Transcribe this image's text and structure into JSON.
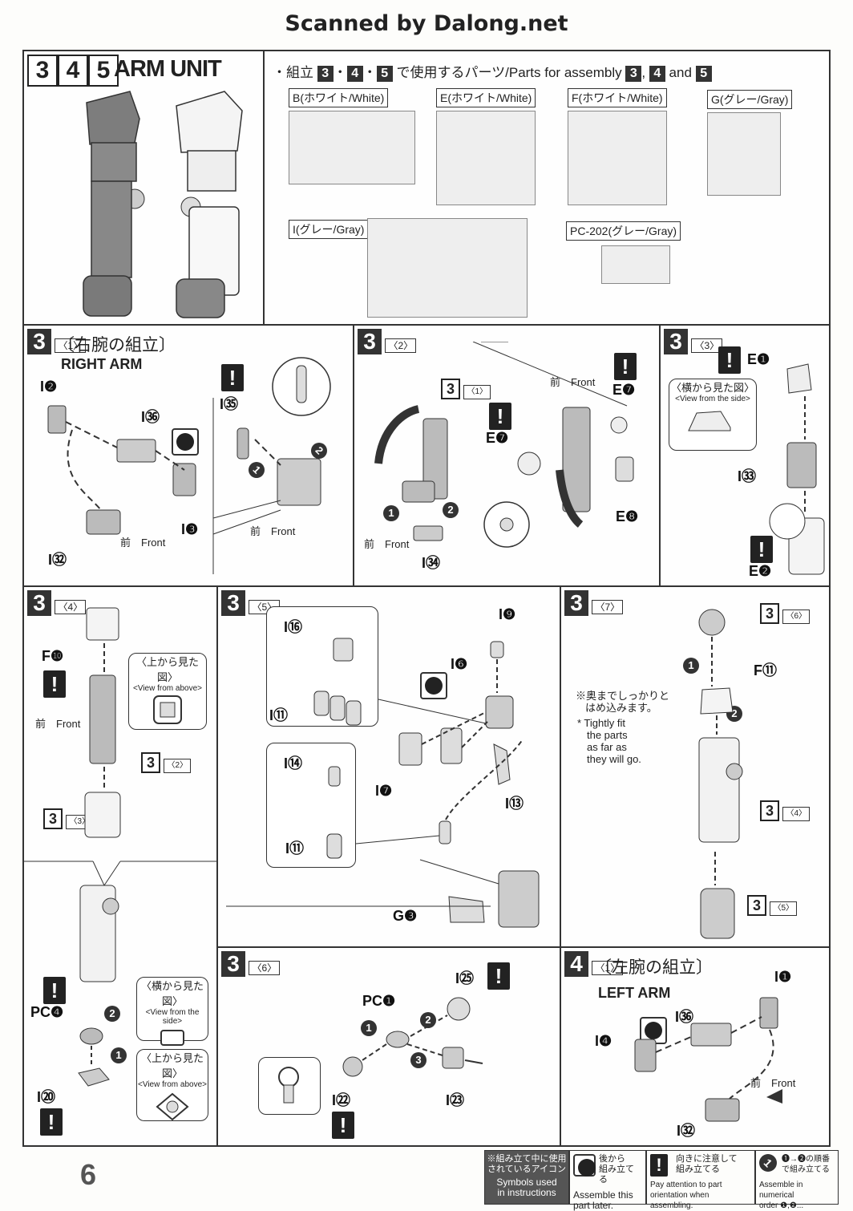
{
  "header": {
    "scan_credit": "Scanned by Dalong.net"
  },
  "title": {
    "steps": [
      "3",
      "4",
      "5"
    ],
    "text": "ARM UNIT"
  },
  "parts_header": {
    "prefix": "・組立",
    "s1": "3",
    "s2": "4",
    "s3": "5",
    "suffix": "で使用するパーツ/Parts for assembly",
    "s4": "3",
    "and": "and",
    "s5": "5"
  },
  "runners": [
    {
      "label": "B(ホワイト/White)"
    },
    {
      "label": "E(ホワイト/White)"
    },
    {
      "label": "F(ホワイト/White)"
    },
    {
      "label": "G(グレー/Gray)"
    },
    {
      "label": "I(グレー/Gray)"
    },
    {
      "label": "PC-202(グレー/Gray)"
    }
  ],
  "step3_1": {
    "num": "3",
    "sub": "〈1〉",
    "jp": "〔右腕の組立〕",
    "en": "RIGHT ARM",
    "parts": [
      "I❷",
      "I㊱",
      "I❸",
      "I㉜",
      "I㉟"
    ],
    "front": "前　Front",
    "front2": "前　Front",
    "n1": "1",
    "n2": "2"
  },
  "step3_2": {
    "num": "3",
    "sub": "〈2〉",
    "ref_num": "3",
    "ref_sub": "〈1〉",
    "front": "前　Front",
    "front_top": "前　Front",
    "parts": [
      "E❼",
      "E❼",
      "E❽",
      "I㉞"
    ],
    "n1": "1",
    "n2": "2"
  },
  "step3_3": {
    "num": "3",
    "sub": "〈3〉",
    "part_top": "E❶",
    "view_jp": "〈横から見た図〉",
    "view_en": "<View from the side>",
    "part_mid": "I㉝",
    "part_bot": "E❷"
  },
  "step3_4": {
    "num": "3",
    "sub": "〈4〉",
    "part": "F❿",
    "front": "前　Front",
    "view_jp": "〈上から見た図〉",
    "view_en": "<View from above>",
    "ref_a": "3",
    "ref_a_sub": "〈2〉",
    "ref_b": "3",
    "ref_b_sub": "〈3〉",
    "pc": "PC❹",
    "i20": "I⑳",
    "view2_jp": "〈横から見た図〉",
    "view2_en": "<View from the side>",
    "view3_jp": "〈上から見た図〉",
    "view3_en": "<View from above>",
    "n1": "1",
    "n2": "2"
  },
  "step3_5": {
    "num": "3",
    "sub": "〈5〉",
    "parts": [
      "I⑯",
      "I⑪",
      "I⑭",
      "I⑪",
      "I❾",
      "I❻",
      "I❼",
      "I⑬",
      "G❸"
    ]
  },
  "step3_7": {
    "num": "3",
    "sub": "〈7〉",
    "ref_top": "3",
    "ref_top_sub": "〈6〉",
    "part": "F⑪",
    "note_jp1": "※奥までしっかりと",
    "note_jp2": "はめ込みます。",
    "note_en1": "* Tightly fit",
    "note_en2": "the parts",
    "note_en3": "as far as",
    "note_en4": "they will go.",
    "ref_mid": "3",
    "ref_mid_sub": "〈4〉",
    "ref_bot": "3",
    "ref_bot_sub": "〈5〉",
    "n1": "1",
    "n2": "2"
  },
  "step3_6": {
    "num": "3",
    "sub": "〈6〉",
    "parts": [
      "PC❶",
      "I㉕",
      "I㉒",
      "I㉓"
    ],
    "n1": "1",
    "n2": "2",
    "n3": "3"
  },
  "step4_1": {
    "num": "4",
    "sub": "〈1〉",
    "jp": "〔左腕の組立〕",
    "en": "LEFT ARM",
    "parts": [
      "I❶",
      "I㊱",
      "I❹",
      "I㉜"
    ],
    "front": "前　Front"
  },
  "footer": {
    "legend_jp1": "※組み立て中に使用",
    "legend_jp2": "されているアイコン",
    "legend_en1": "Symbols used",
    "legend_en2": "in instructions",
    "later_jp1": "後から",
    "later_jp2": "組み立てる",
    "later_en1": "Assemble this",
    "later_en2": "part later.",
    "attn_jp1": "向きに注意して",
    "attn_jp2": "組み立てる",
    "attn_en1": "Pay attention to part",
    "attn_en2": "orientation when assembling.",
    "order_jp1": "❶→❷の順番",
    "order_jp2": "で組み立てる",
    "order_en1": "Assemble in numerical",
    "order_en2": "order ❶,❷...",
    "page_number": "6"
  }
}
